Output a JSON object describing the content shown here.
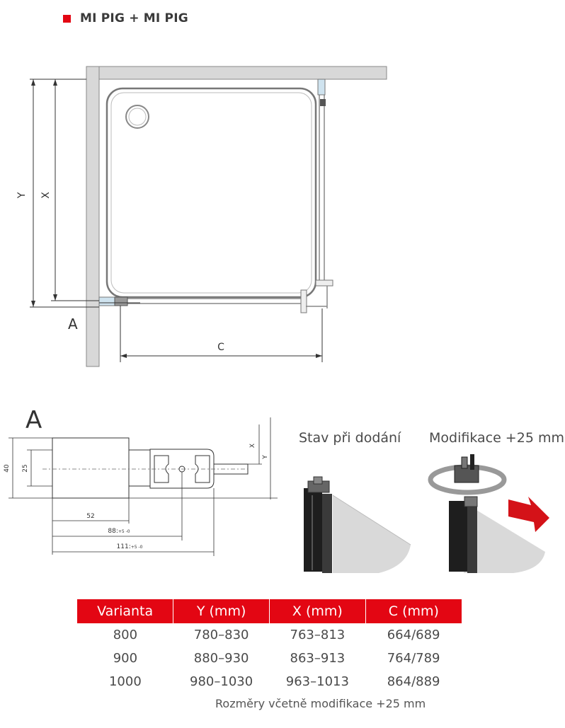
{
  "header": {
    "title": "MI PIG + MI PIG",
    "accent_color": "#e30613"
  },
  "plan": {
    "label_y": "Y",
    "label_x": "X",
    "label_a": "A",
    "label_c": "C"
  },
  "detail": {
    "title": "A",
    "dim_40": "40",
    "dim_25": "25",
    "dim_52": "52",
    "dim_88": "88:",
    "dim_88_tol": "+5\n-0",
    "dim_111": "111:",
    "dim_111_tol": "+5\n-0",
    "label_x": "X",
    "label_y": "Y"
  },
  "photos": {
    "delivered_caption": "Stav při dodání",
    "modified_caption": "Modifikace +25 mm"
  },
  "table": {
    "headers": [
      "Varianta",
      "Y (mm)",
      "X (mm)",
      "C (mm)"
    ],
    "rows": [
      [
        "800",
        "780–830",
        "763–813",
        "664/689"
      ],
      [
        "900",
        "880–930",
        "863–913",
        "764/789"
      ],
      [
        "1000",
        "980–1030",
        "963–1013",
        "864/889"
      ]
    ],
    "note": "Rozměry včetně modifikace +25 mm"
  }
}
